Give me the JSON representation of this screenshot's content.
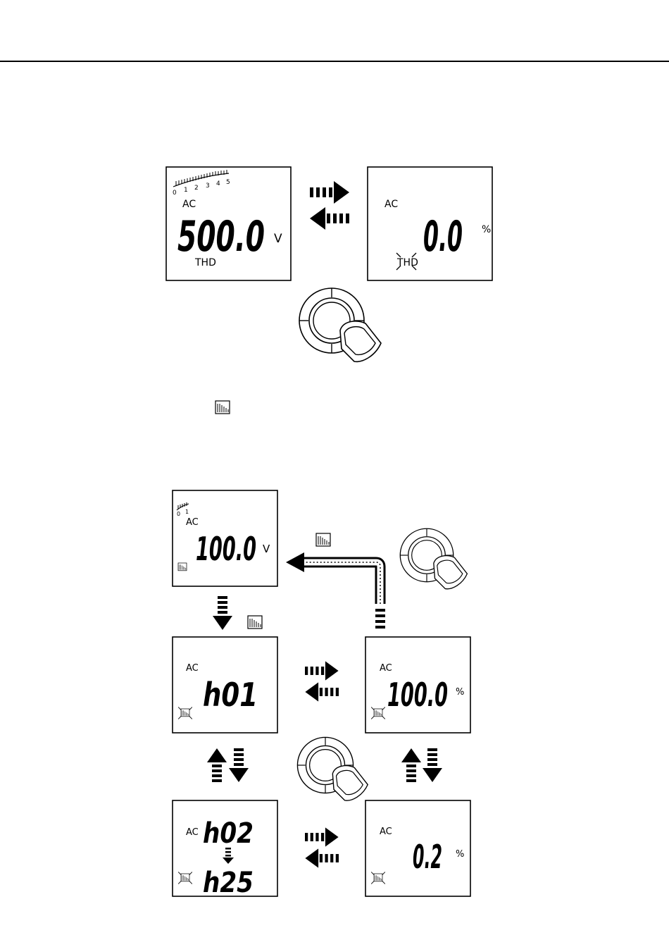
{
  "colors": {
    "ink": "#000000",
    "paper": "#ffffff"
  },
  "icons": {
    "arrow_pair": "dashed-double-arrow-icon",
    "rotary": "rotary-selector-icon",
    "harmonics": "harmonic-bars-icon"
  },
  "top": {
    "lcd_left": {
      "scale_ticks": [
        "0",
        "1",
        "2",
        "3",
        "4",
        "5"
      ],
      "mode": "AC",
      "value": "500.0",
      "unit": "V",
      "label": "THD"
    },
    "lcd_right": {
      "mode": "AC",
      "value": "0.0",
      "unit": "%",
      "label": "THD"
    }
  },
  "bottom": {
    "lcd_voltage": {
      "scale_ticks": [
        "0",
        "1"
      ],
      "mode": "AC",
      "value": "100.0",
      "unit": "V"
    },
    "lcd_harmonic_order": {
      "mode": "AC",
      "value": "h01"
    },
    "lcd_harmonic_percent": {
      "mode": "AC",
      "value": "100.0",
      "unit": "%"
    },
    "lcd_harmonic_range": {
      "mode": "AC",
      "value_from": "h02",
      "value_to": "h25"
    },
    "lcd_harmonic_percent_2": {
      "mode": "AC",
      "value": "0.2",
      "unit": "%"
    }
  }
}
